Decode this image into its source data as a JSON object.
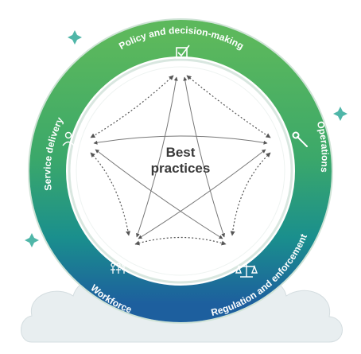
{
  "diagram": {
    "center_text": [
      "Best",
      "practices"
    ],
    "segments": [
      {
        "label": "Policy and decision-making",
        "icon": "checkbox-icon"
      },
      {
        "label": "Operations",
        "icon": "wrench-icon"
      },
      {
        "label": "Regulation and enforcement",
        "icon": "scales-icon"
      },
      {
        "label": "Workforce",
        "icon": "people-icon"
      },
      {
        "label": "Service delivery",
        "icon": "person-icon"
      }
    ]
  },
  "colors": {
    "green": "#4caf50",
    "teal": "#1b8d8e",
    "blue": "#1e6fa6",
    "cloud": "#e8eef0",
    "arrow": "#555555",
    "sparkle": "#4fb6a8"
  }
}
